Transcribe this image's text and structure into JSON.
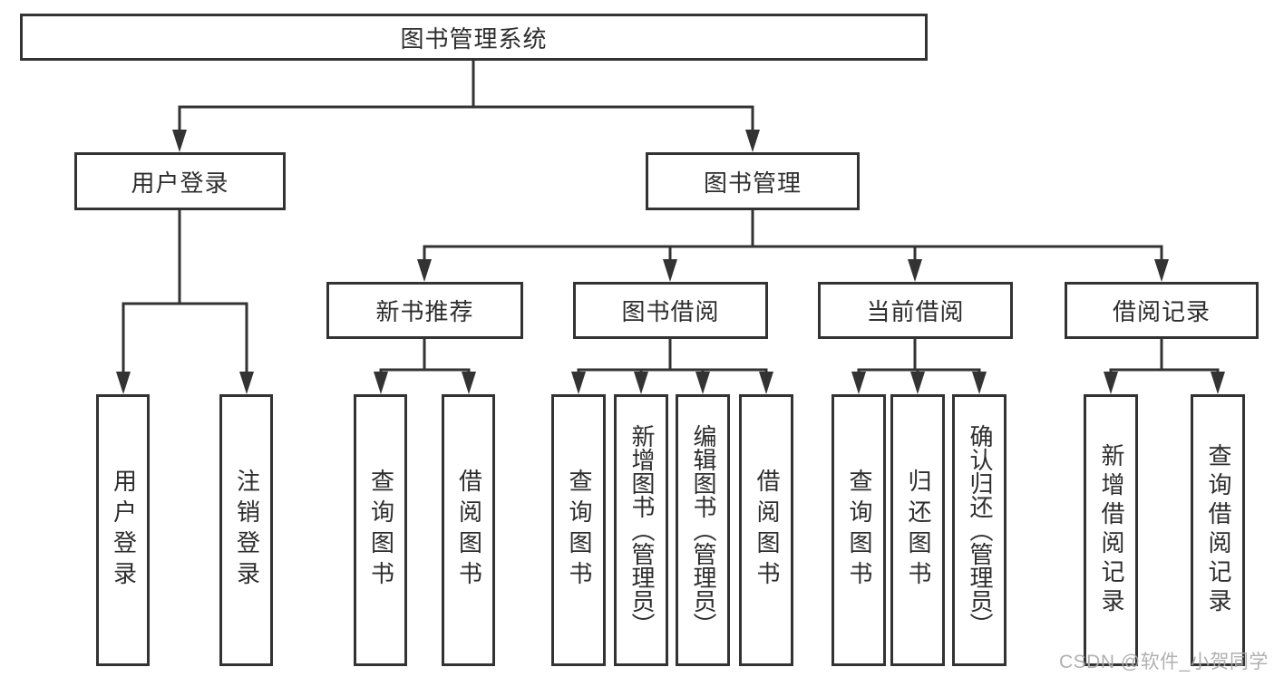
{
  "diagram": {
    "root": {
      "label": "图书管理系统"
    },
    "level2": {
      "user_login": {
        "label": "用户登录"
      },
      "book_mgmt": {
        "label": "图书管理"
      }
    },
    "level3": {
      "new_book": {
        "label": "新书推荐"
      },
      "borrow": {
        "label": "图书借阅"
      },
      "current": {
        "label": "当前借阅"
      },
      "records": {
        "label": "借阅记录"
      }
    },
    "leaves": {
      "user_login": {
        "login": "用户登录",
        "logout": "注销登录"
      },
      "new_book": {
        "query": "查询图书",
        "borrow": "借阅图书"
      },
      "borrow": {
        "query": "查询图书",
        "add": "新增图书（管理员）",
        "edit": "编辑图书（管理员）",
        "borrow": "借阅图书"
      },
      "current": {
        "query": "查询图书",
        "return": "归还图书",
        "confirm": "确认归还（管理员）"
      },
      "records": {
        "add": "新增借阅记录",
        "query": "查询借阅记录"
      }
    },
    "watermark": "CSDN @软件_小贺同学",
    "colors": {
      "line": "#333333",
      "border": "#333333",
      "text": "#2d2d2d",
      "watermark": "#acacac",
      "background": "#ffffff"
    }
  }
}
